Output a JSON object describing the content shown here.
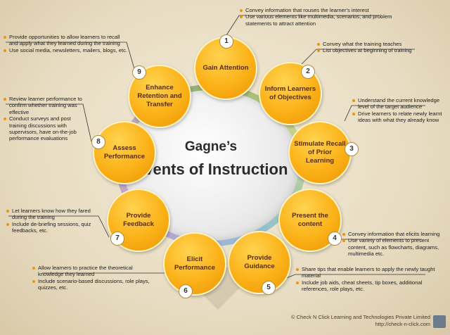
{
  "center": {
    "title": "Gagne’s",
    "subtitle": "Events of Instruction"
  },
  "events": [
    {
      "num": "1",
      "label": "Gain Attention",
      "notes": [
        "Convey information that rouses the learner's interest",
        "Use various elements like multimedia, scenarios, and problem statements to attract attention"
      ]
    },
    {
      "num": "2",
      "label": "Inform Learners of Objectives",
      "notes": [
        "Convey what the training teaches",
        "List objectives at beginning of training"
      ]
    },
    {
      "num": "3",
      "label": "Stimulate Recall of Prior Learning",
      "notes": [
        "Understand the current knowledge level of the target audience",
        "Drive learners to relate newly learnt ideas with what they already know"
      ]
    },
    {
      "num": "4",
      "label": "Present the content",
      "notes": [
        "Convey information that elicits learning",
        "Use variety of elements to present content, such as flowcharts, diagrams, multimedia etc."
      ]
    },
    {
      "num": "5",
      "label": "Provide Guidance",
      "notes": [
        "Share tips that enable learners to apply the newly taught material",
        "Include job aids, cheat sheets, tip boxes, additional references, role plays, etc."
      ]
    },
    {
      "num": "6",
      "label": "Elicit Performance",
      "notes": [
        "Allow learners to practice the theoretical knowledge they learned",
        "Include scenario-based discussions, role plays, quizzes, etc."
      ]
    },
    {
      "num": "7",
      "label": "Provide Feedback",
      "notes": [
        "Let learners know how they fared during the training",
        "Include de-briefing sessions, quiz feedbacks, etc."
      ]
    },
    {
      "num": "8",
      "label": "Assess Performance",
      "notes": [
        "Review learner performance to confirm whether training was effective",
        "Conduct surveys and post training discussions with supervisors, have on-the-job performance evaluations"
      ]
    },
    {
      "num": "9",
      "label": "Enhance Retention and Transfer",
      "notes": [
        "Provide opportunities to allow learners to recall and apply what they learned during the training",
        "Use social media, newsletters, mailers, blogs, etc."
      ]
    }
  ],
  "footer": {
    "copyright": "© Check N Click Learning and Technologies Private Limited",
    "url": "http://check-n-click.com"
  }
}
